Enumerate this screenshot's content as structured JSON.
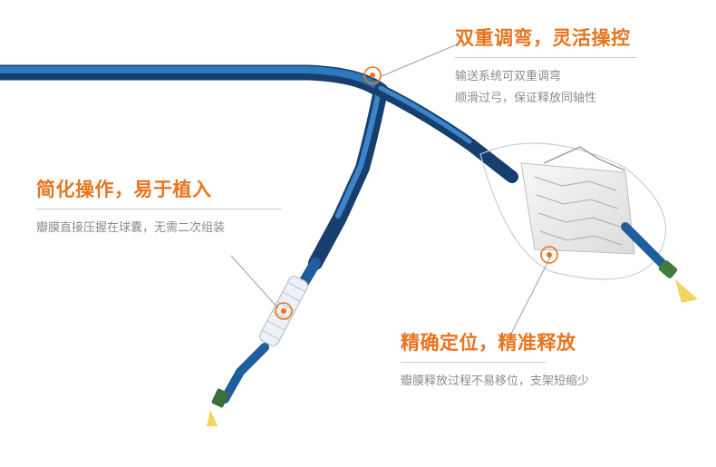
{
  "callouts": [
    {
      "title": "双重调弯，灵活操控",
      "lines": [
        "输送系统可双重调弯",
        "顺滑过弓，保证释放同轴性"
      ]
    },
    {
      "title": "简化操作，易于植入",
      "lines": [
        "瓣膜直接压握在球囊，无需二次组装"
      ]
    },
    {
      "title": "精确定位，精准释放",
      "lines": [
        "瓣膜释放过程不易移位，支架短缩少"
      ]
    }
  ],
  "colors": {
    "accent": "#e8741e",
    "catheter": "#1f5e9c",
    "catheter_dark": "#173f6e",
    "text_gray": "#8c8c8c"
  }
}
